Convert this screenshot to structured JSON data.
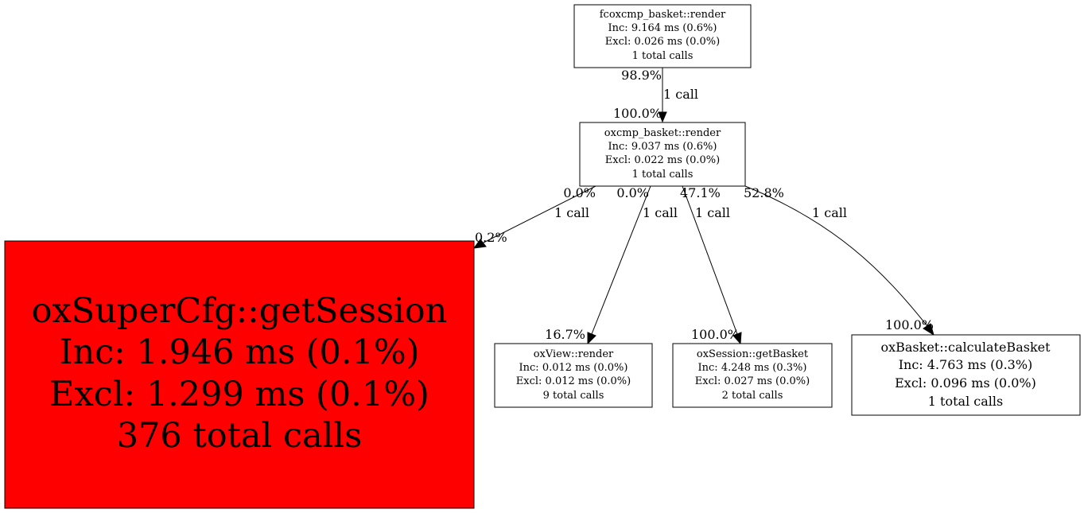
{
  "nodes": {
    "fcoxcmp_render": {
      "lines": [
        "fcoxcmp_basket::render",
        "Inc: 9.164 ms (0.6%)",
        "Excl: 0.026 ms (0.0%)",
        "1 total calls"
      ],
      "fill": "#ffffff"
    },
    "oxcmp_render": {
      "lines": [
        "oxcmp_basket::render",
        "Inc: 9.037 ms (0.6%)",
        "Excl: 0.022 ms (0.0%)",
        "1 total calls"
      ],
      "fill": "#ffffff"
    },
    "get_session": {
      "lines": [
        "oxSuperCfg::getSession",
        "Inc: 1.946 ms (0.1%)",
        "Excl: 1.299 ms (0.1%)",
        "376 total calls"
      ],
      "fill": "#ff0000"
    },
    "view_render": {
      "lines": [
        "oxView::render",
        "Inc: 0.012 ms (0.0%)",
        "Excl: 0.012 ms (0.0%)",
        "9 total calls"
      ],
      "fill": "#ffffff"
    },
    "get_basket": {
      "lines": [
        "oxSession::getBasket",
        "Inc: 4.248 ms (0.3%)",
        "Excl: 0.027 ms (0.0%)",
        "2 total calls"
      ],
      "fill": "#ffffff"
    },
    "calc_basket": {
      "lines": [
        "oxBasket::calculateBasket",
        "Inc: 4.763 ms (0.3%)",
        "Excl: 0.096 ms (0.0%)",
        "1 total calls"
      ],
      "fill": "#ffffff"
    }
  },
  "edges": {
    "e1": {
      "tail": "98.9%",
      "call": "1 call",
      "head": "100.0%"
    },
    "e2": {
      "tail": "0.0%",
      "call": "1 call",
      "head": "0.2%"
    },
    "e3": {
      "tail": "0.0%",
      "call": "1 call",
      "head": "16.7%"
    },
    "e4": {
      "tail": "47.1%",
      "call": "1 call",
      "head": "100.0%"
    },
    "e5": {
      "tail": "52.8%",
      "call": "1 call",
      "head": "100.0%"
    }
  }
}
